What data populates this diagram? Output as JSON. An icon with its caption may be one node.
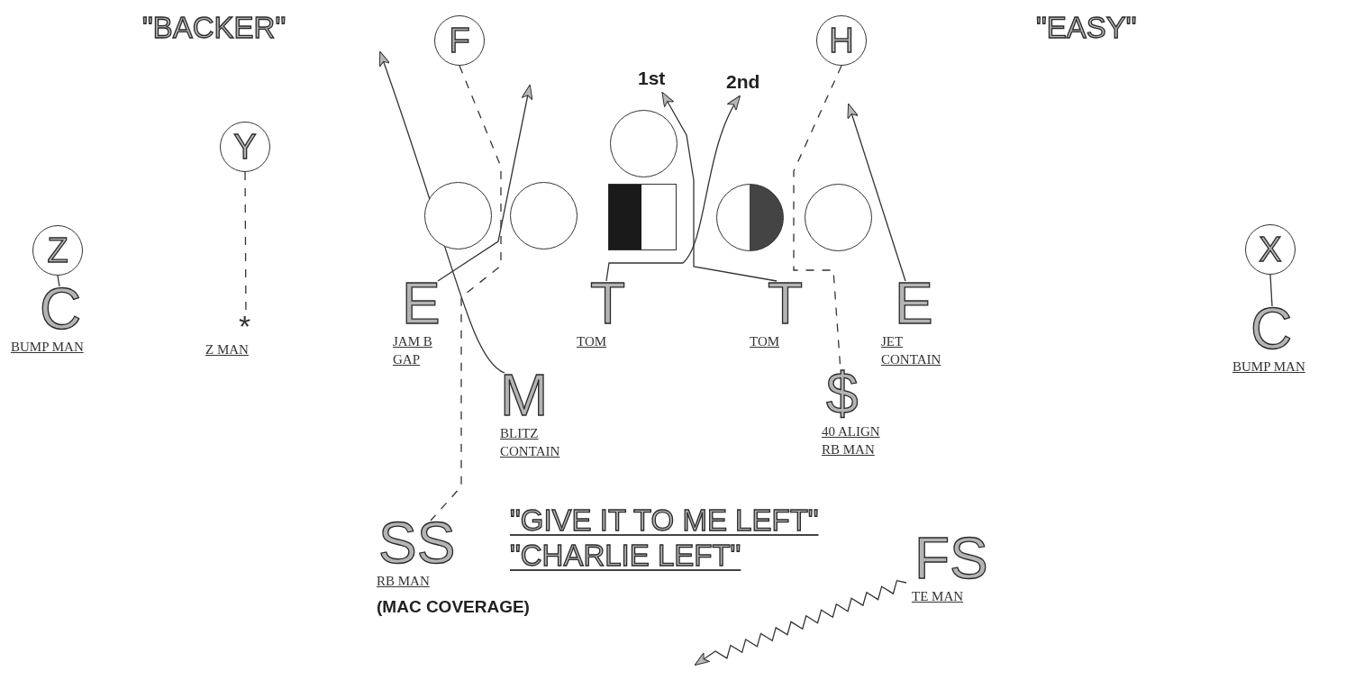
{
  "diagram": {
    "nodes": [
      {
        "text": [
          "F"
        ]
      },
      {
        "text": [
          "H"
        ]
      },
      {
        "text": [
          "Y"
        ]
      },
      {
        "text": [],
        "shape": "circle"
      },
      {
        "text": [],
        "shape": "circle"
      },
      {
        "text": [],
        "shape": "circle"
      },
      {
        "text": [],
        "shape": "box"
      },
      {
        "text": [],
        "shape": "circle"
      },
      {
        "text": [],
        "shape": "circle"
      },
      {
        "text": [
          "Z"
        ]
      },
      {
        "text": [
          "X"
        ]
      },
      {
        "text": [
          "C",
          "BUMP MAN"
        ]
      },
      {
        "text": [
          "*",
          "Z MAN"
        ]
      },
      {
        "text": [
          "E",
          "JAM B GAP"
        ]
      },
      {
        "text": [
          "T",
          "TOM"
        ]
      },
      {
        "text": [
          "T",
          "TOM"
        ]
      },
      {
        "text": [
          "E",
          "JET CONTAIN"
        ]
      },
      {
        "text": [
          "C",
          "BUMP MAN"
        ]
      },
      {
        "text": [
          "M",
          "BLITZ CONTAIN"
        ]
      },
      {
        "text": [
          "$",
          "40 ALIGN RB MAN"
        ]
      },
      {
        "text": [
          "SS",
          "RB MAN",
          "(MAC COVERAGE)"
        ]
      },
      {
        "text": [
          "FS",
          "TE MAN"
        ]
      },
      {
        "text": [
          "1st"
        ]
      },
      {
        "text": [
          "2nd"
        ]
      }
    ],
    "edges": [
      {
        "from": 9,
        "to": 11,
        "arrow": "none"
      },
      {
        "from": 2,
        "to": 12,
        "arrow": "none",
        "style": "dashed"
      },
      {
        "from": 0,
        "to": 20,
        "arrow": "none",
        "style": "dashed"
      },
      {
        "from": 1,
        "to": 19,
        "arrow": "none",
        "style": "dashed"
      },
      {
        "from": 10,
        "to": 17,
        "arrow": "none"
      },
      {
        "from": 13,
        "to": null,
        "arrow": "to"
      },
      {
        "from": 18,
        "to": null,
        "arrow": "to"
      },
      {
        "from": 14,
        "to": 23,
        "arrow": "to"
      },
      {
        "from": 15,
        "to": 22,
        "arrow": "to"
      },
      {
        "from": 16,
        "to": null,
        "arrow": "to"
      },
      {
        "from": 21,
        "to": null,
        "arrow": "to"
      }
    ],
    "labels": [
      "\"BACKER\"",
      "\"EASY\"",
      "\"GIVE IT TO ME LEFT\"",
      "\"CHARLIE LEFT\""
    ]
  }
}
